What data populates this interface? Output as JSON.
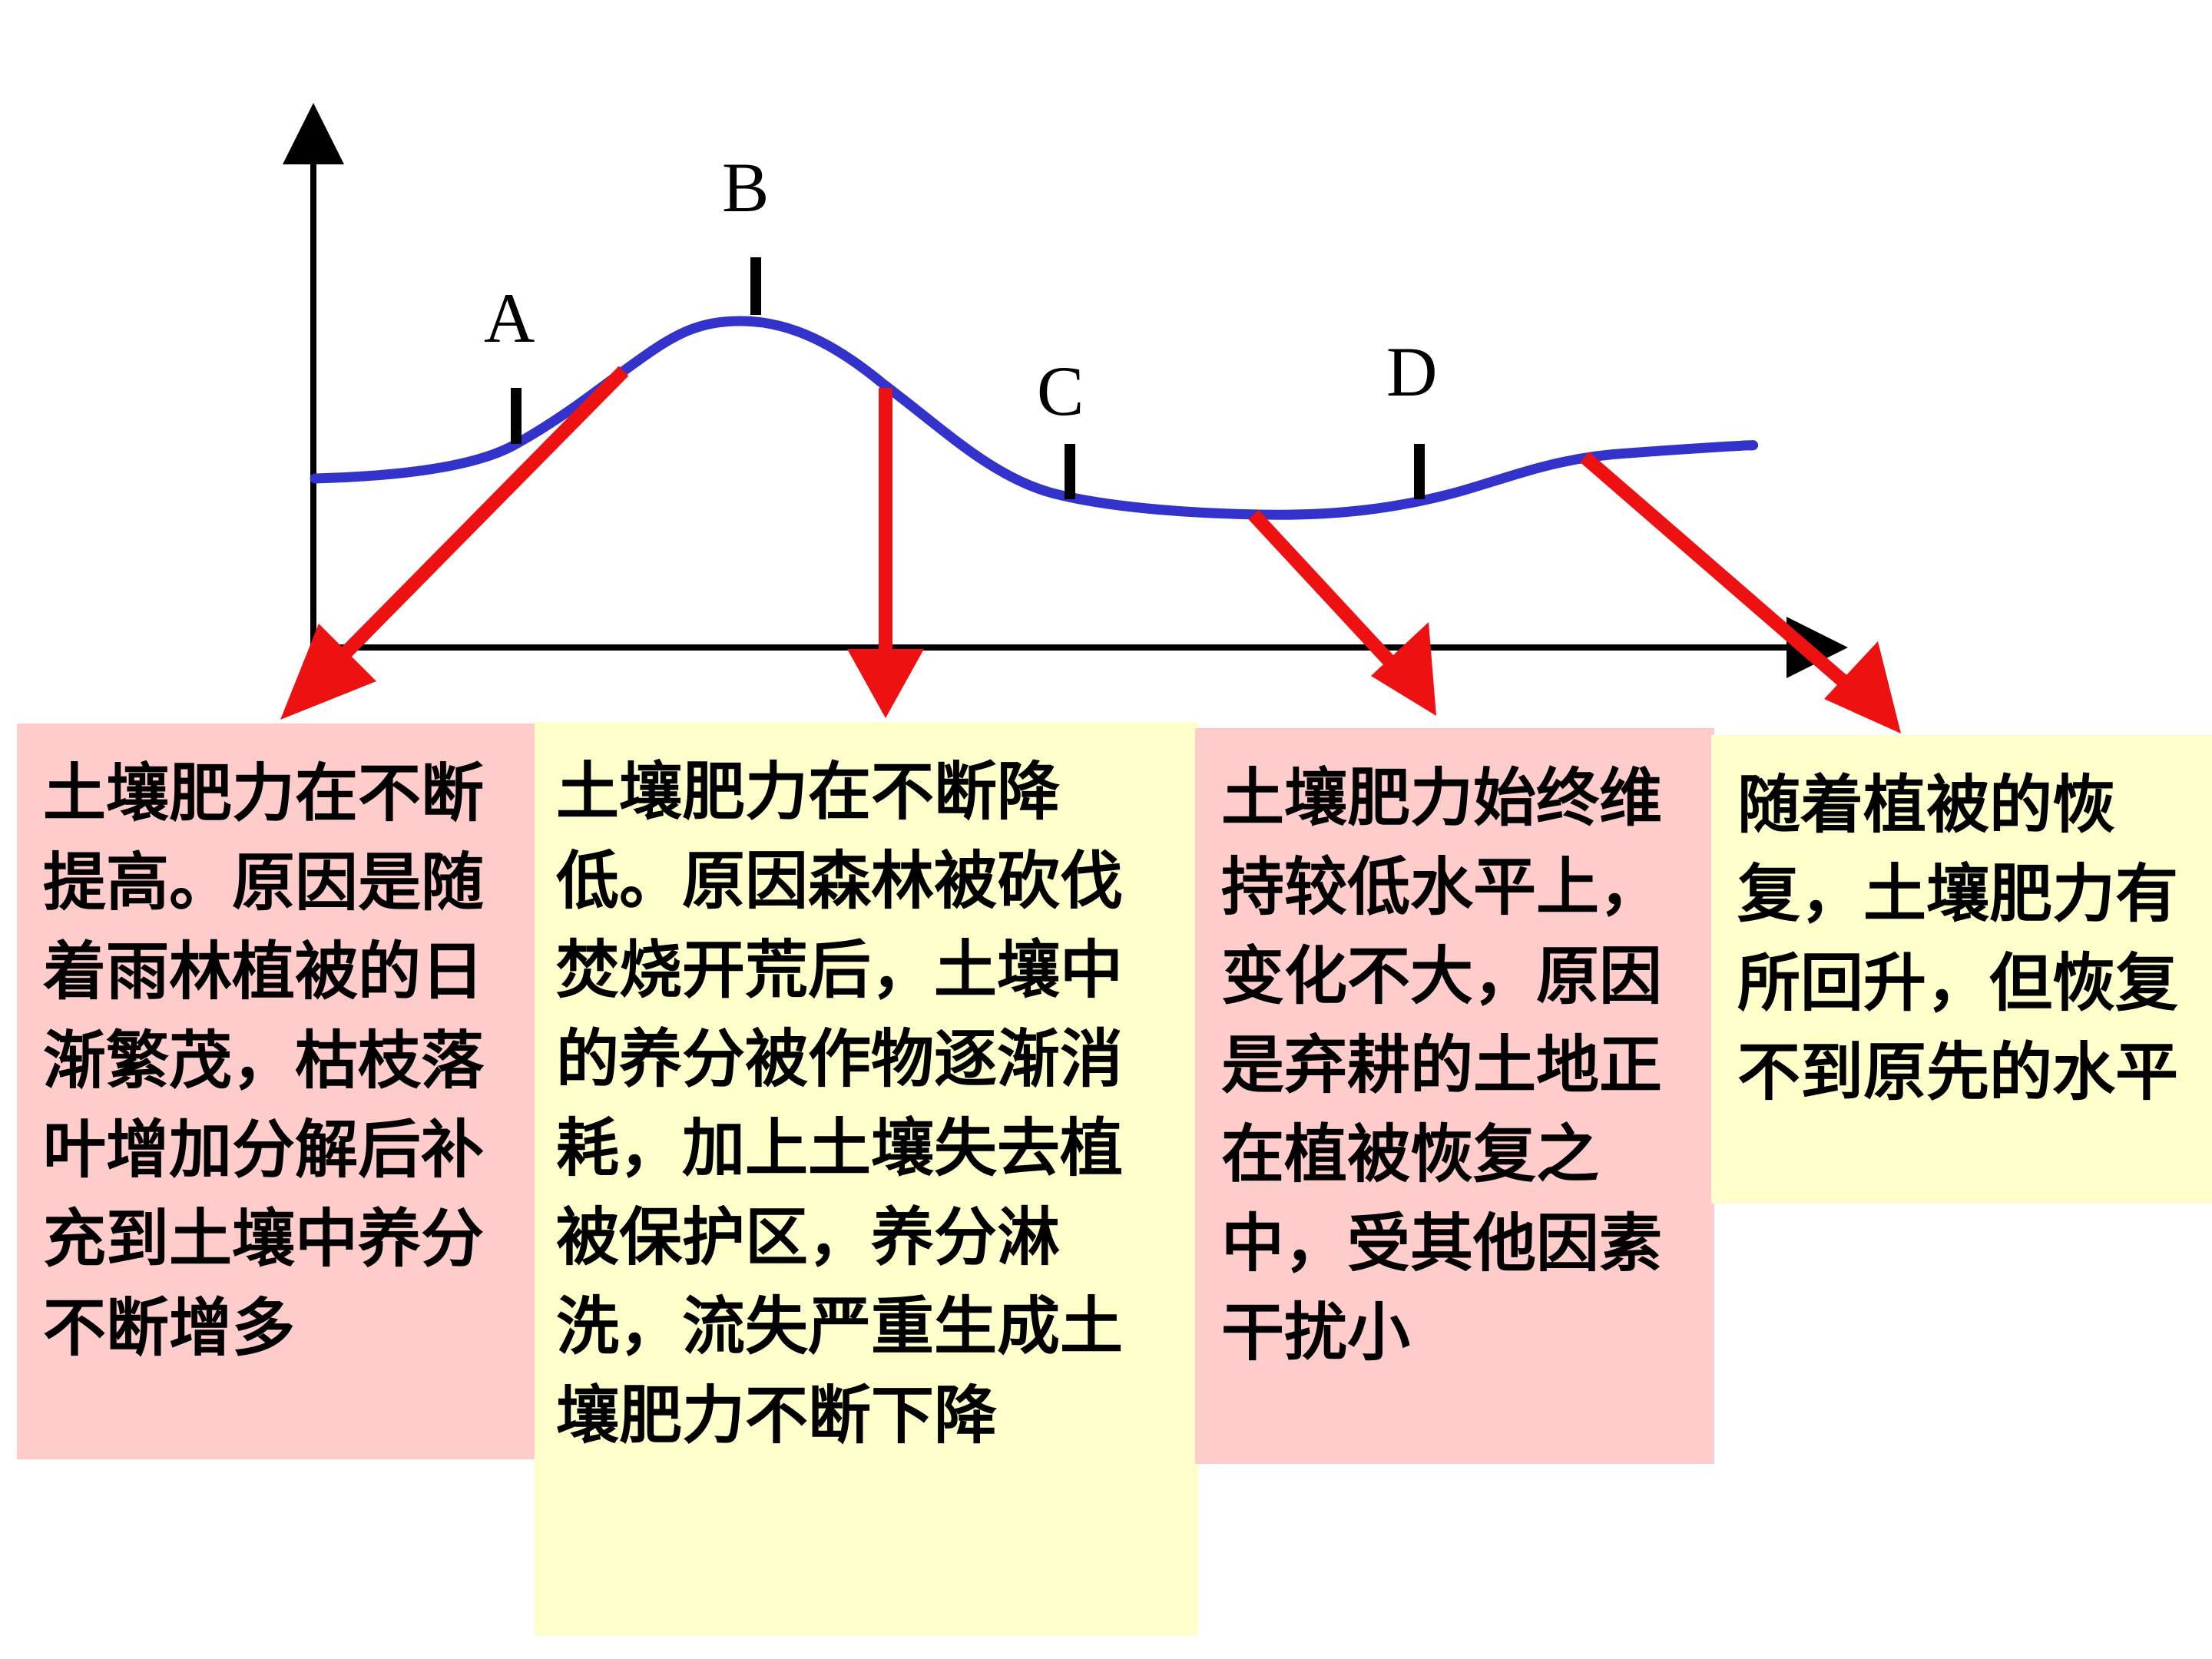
{
  "diagram": {
    "points": [
      {
        "id": "A",
        "label": "A"
      },
      {
        "id": "B",
        "label": "B"
      },
      {
        "id": "C",
        "label": "C"
      },
      {
        "id": "D",
        "label": "D"
      }
    ],
    "colors": {
      "curve": "#3333cc",
      "arrow": "#ee1111",
      "axis": "#000000",
      "tick": "#000000"
    }
  },
  "notes": [
    {
      "id": "note-1",
      "color": "#ffcccc",
      "text": "土壤肥力在不断提高。原因是随着雨林植被的日渐繁茂，枯枝落叶增加分解后补充到土壤中养分不断增多"
    },
    {
      "id": "note-2",
      "color": "#ffffcc",
      "text": "土壤肥力在不断降低。原因森林被砍伐焚烧开荒后，土壤中的养分被作物逐渐消耗，加上土壤失去植被保护区，养分淋洗，流失严重生成土壤肥力不断下降"
    },
    {
      "id": "note-3",
      "color": "#ffcccc",
      "text": "土壤肥力始终维持较低水平上，变化不大，原因是弃耕的土地正在植被恢复之中，受其他因素干扰小"
    },
    {
      "id": "note-4",
      "color": "#ffffcc",
      "text": "随着植被的恢复，土壤肥力有所回升，但恢复不到原先的水平"
    }
  ]
}
